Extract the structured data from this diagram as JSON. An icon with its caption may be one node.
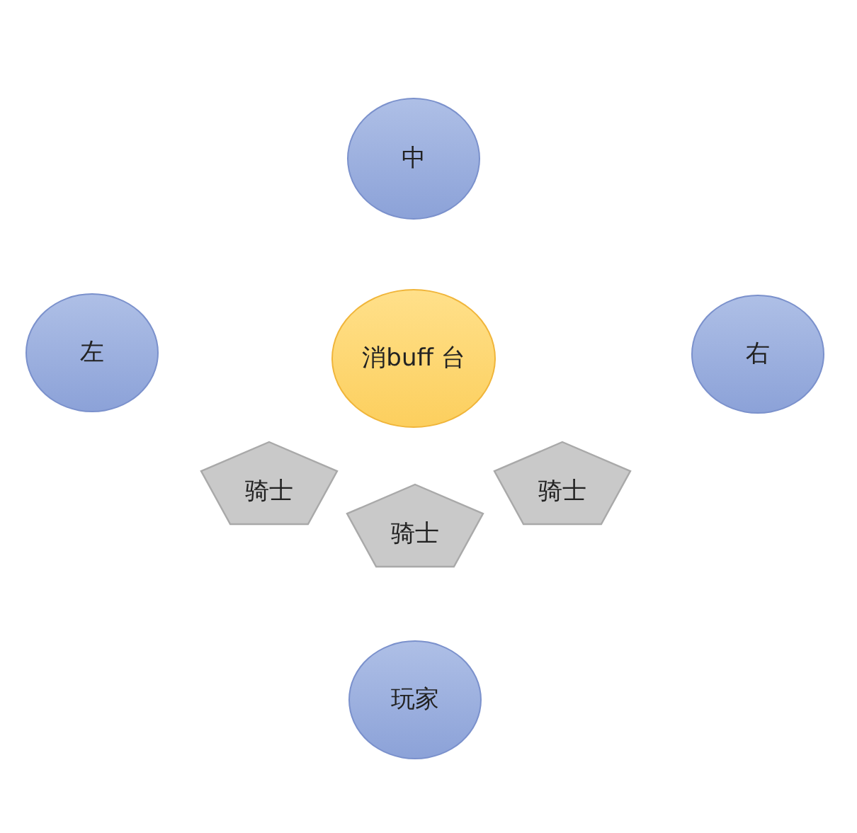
{
  "diagram": {
    "nodes": [
      {
        "text": [
          "中"
        ]
      },
      {
        "text": [
          "左"
        ]
      },
      {
        "text": [
          "消buff 台"
        ]
      },
      {
        "text": [
          "右"
        ]
      },
      {
        "text": [
          "骑士"
        ]
      },
      {
        "text": [
          "骑士"
        ]
      },
      {
        "text": [
          "骑士"
        ]
      },
      {
        "text": [
          "玩家"
        ]
      }
    ]
  }
}
